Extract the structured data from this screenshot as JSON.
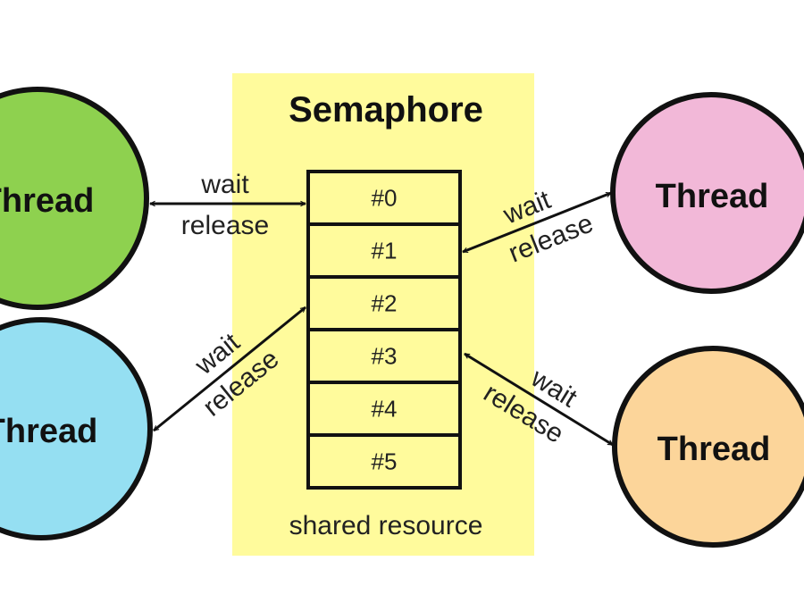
{
  "semaphore": {
    "title": "Semaphore",
    "caption": "shared resource",
    "panel_color": "#FFFB9C",
    "slots": [
      "#0",
      "#1",
      "#2",
      "#3",
      "#4",
      "#5"
    ]
  },
  "threads": [
    {
      "label": "Thread",
      "color": "#8ED14F",
      "position": "left-top"
    },
    {
      "label": "Thread",
      "color": "#95DFF2",
      "position": "left-bottom"
    },
    {
      "label": "Thread",
      "color": "#F2B8D8",
      "position": "right-top"
    },
    {
      "label": "Thread",
      "color": "#FCD59A",
      "position": "right-bottom"
    }
  ],
  "connections": [
    {
      "from": "left-top",
      "wait": "wait",
      "release": "release"
    },
    {
      "from": "left-bottom",
      "wait": "wait",
      "release": "release"
    },
    {
      "from": "right-top",
      "wait": "wait",
      "release": "release"
    },
    {
      "from": "right-bottom",
      "wait": "wait",
      "release": "release"
    }
  ]
}
